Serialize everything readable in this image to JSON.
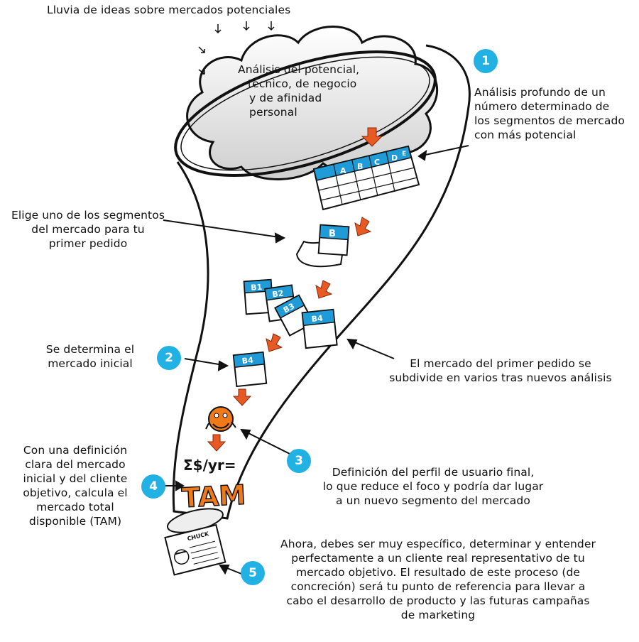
{
  "title": "Lluvia de ideas sobre mercados potenciales",
  "cloud_text": [
    "Análisis del potencial,",
    "técnico, de negocio",
    "y de afinidad",
    "personal"
  ],
  "steps": [
    {
      "number": "1",
      "text": [
        "Análisis profundo de un",
        "número determinado de",
        "los segmentos de mercado",
        "con más potencial"
      ]
    },
    {
      "number": "2",
      "text": [
        "Se determina el",
        "mercado inicial"
      ]
    },
    {
      "number": "3",
      "text": [
        "Definición del perfil de usuario final,",
        "lo que reduce el foco y podría dar lugar",
        "a un nuevo segmento del mercado"
      ]
    },
    {
      "number": "4",
      "text": [
        "Con una definición",
        "clara del mercado",
        "inicial y del cliente",
        "objetivo, calcula el",
        "mercado total",
        "disponible (TAM)"
      ]
    },
    {
      "number": "5",
      "text": [
        "Ahora, debes ser muy específico, determinar y entender",
        "perfectamente a un cliente real representativo de tu",
        "mercado objetivo. El resultado de este proceso (de",
        "concreción) será tu punto de referencia para llevar a",
        "cabo el desarrollo de producto y las futuras campañas",
        "de marketing"
      ]
    }
  ],
  "notes": {
    "choose_segment": [
      "Elige uno de los segmentos",
      "del mercado para tu",
      "primer pedido"
    ],
    "subdivide": [
      "El mercado del primer pedido se",
      "subdivide en varios tras nuevos análisis"
    ]
  },
  "table_headers": [
    "A",
    "B",
    "C",
    "D",
    "E"
  ],
  "segment_card": "B",
  "sub_segments": [
    "B1",
    "B2",
    "B3",
    "B4"
  ],
  "chosen_sub_segment": "B4",
  "tam_formula": "Σ$/yr=",
  "tam_label": "TAM",
  "persona_card_label": "CHUCK",
  "colors": {
    "accent": "#22b1e3",
    "arrow": "#e85a24",
    "card_header": "#1f9bd7",
    "tam": "#f07a1a"
  }
}
